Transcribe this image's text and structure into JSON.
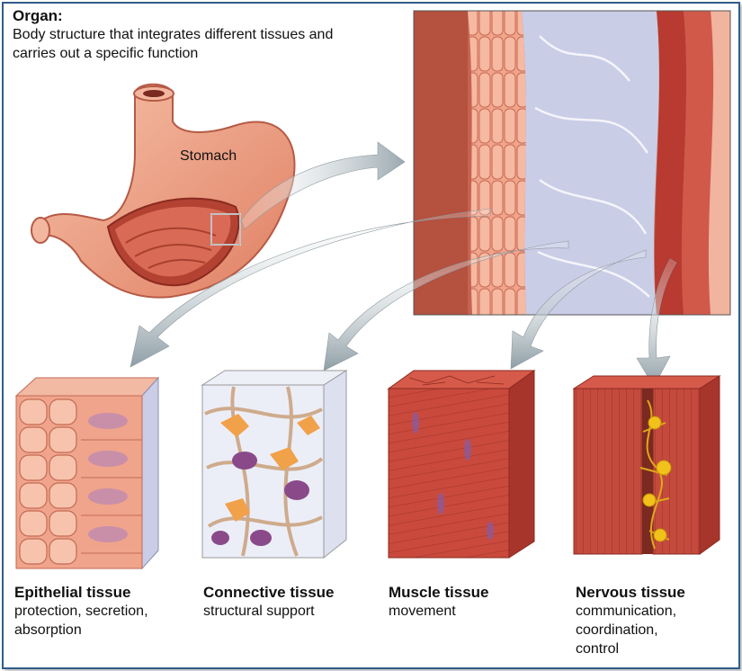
{
  "organ": {
    "title": "Organ:",
    "description": "Body structure that integrates different tissues and carries out a specific function"
  },
  "stomach_label": "Stomach",
  "tissues": [
    {
      "name": "Epithelial tissue",
      "function": "protection, secretion, absorption"
    },
    {
      "name": "Connective tissue",
      "function": "structural support"
    },
    {
      "name": "Muscle tissue",
      "function": "movement"
    },
    {
      "name": "Nervous tissue",
      "function": "communication, coordination, control"
    }
  ],
  "colors": {
    "frame": "#2f5d8a",
    "tissue_red": "#c9463a",
    "tissue_pink": "#f0a08a",
    "connective_blue": "#c9cde6",
    "nerve_yellow": "#f2c21b",
    "arrow_gray": "#a9b6bd"
  }
}
